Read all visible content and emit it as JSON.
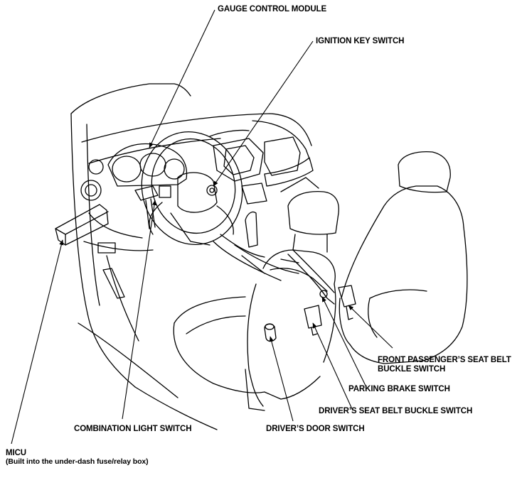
{
  "labels": {
    "gauge_control_module": "GAUGE CONTROL MODULE",
    "ignition_key_switch": "IGNITION KEY SWITCH",
    "front_passenger_line1": "FRONT PASSENGER’S SEAT BELT",
    "front_passenger_line2": "BUCKLE SWITCH",
    "parking_brake_switch": "PARKING BRAKE SWITCH",
    "drivers_seat_belt_buckle_switch": "DRIVER’S SEAT BELT BUCKLE SWITCH",
    "combination_light_switch": "COMBINATION LIGHT SWITCH",
    "drivers_door_switch": "DRIVER’S DOOR SWITCH",
    "micu_line1": "MICU",
    "micu_line2": "(Built into the under-dash fuse/relay box)"
  },
  "colors": {
    "line": "#000000",
    "background": "#ffffff"
  }
}
